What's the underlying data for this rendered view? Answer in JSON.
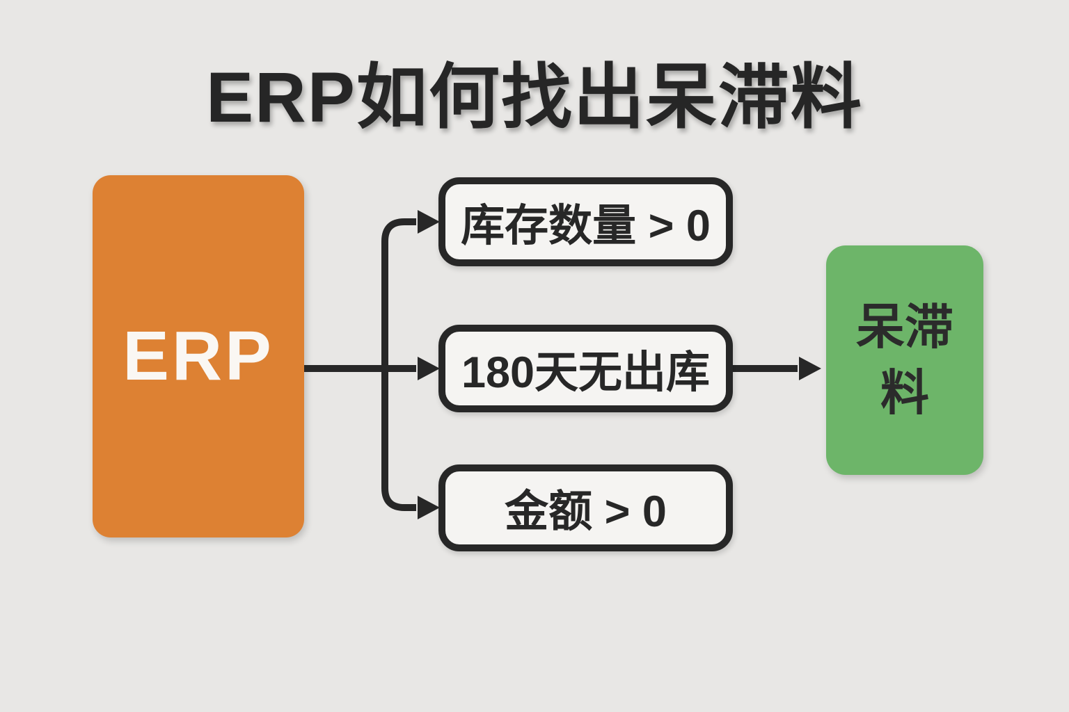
{
  "title": "ERP如何找出呆滞料",
  "source_node": {
    "label": "ERP"
  },
  "conditions": [
    {
      "label": "库存数量 > 0"
    },
    {
      "label": "180天无出库"
    },
    {
      "label": "金额 > 0"
    }
  ],
  "result_node": {
    "label": "呆滞\n料"
  },
  "colors": {
    "background": "#E8E7E5",
    "source_fill": "#DD8133",
    "result_fill": "#6DB569",
    "line": "#272727",
    "box_fill": "#F5F4F2",
    "box_border": "#272727",
    "title_color": "#262626",
    "node_text_dark": "#2B2B2B",
    "node_text_light": "#FAF7F3"
  }
}
